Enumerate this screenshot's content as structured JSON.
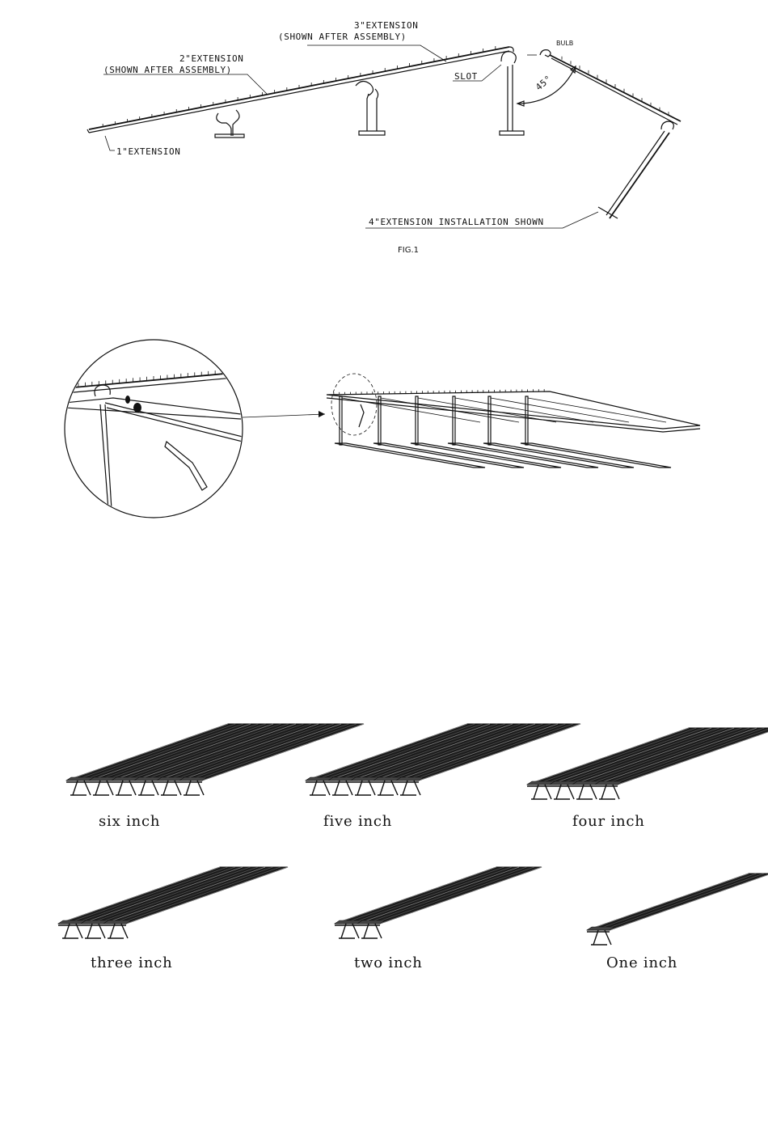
{
  "fig1": {
    "ext3_line1": "3\"EXTENSION",
    "ext3_line2": "(SHOWN AFTER ASSEMBLY)",
    "ext2_line1": "2\"EXTENSION",
    "ext2_line2": "(SHOWN AFTER ASSEMBLY)",
    "ext1": "1\"EXTENSION",
    "slot": "SLOT",
    "bulb": "BULB",
    "angle": "45°",
    "ext4": "4\"EXTENSION INSTALLATION SHOWN",
    "caption": "FIG.1"
  },
  "sizes": [
    {
      "label": "six inch"
    },
    {
      "label": "five inch"
    },
    {
      "label": "four inch"
    },
    {
      "label": "three inch"
    },
    {
      "label": "two inch"
    },
    {
      "label": "One inch"
    }
  ]
}
